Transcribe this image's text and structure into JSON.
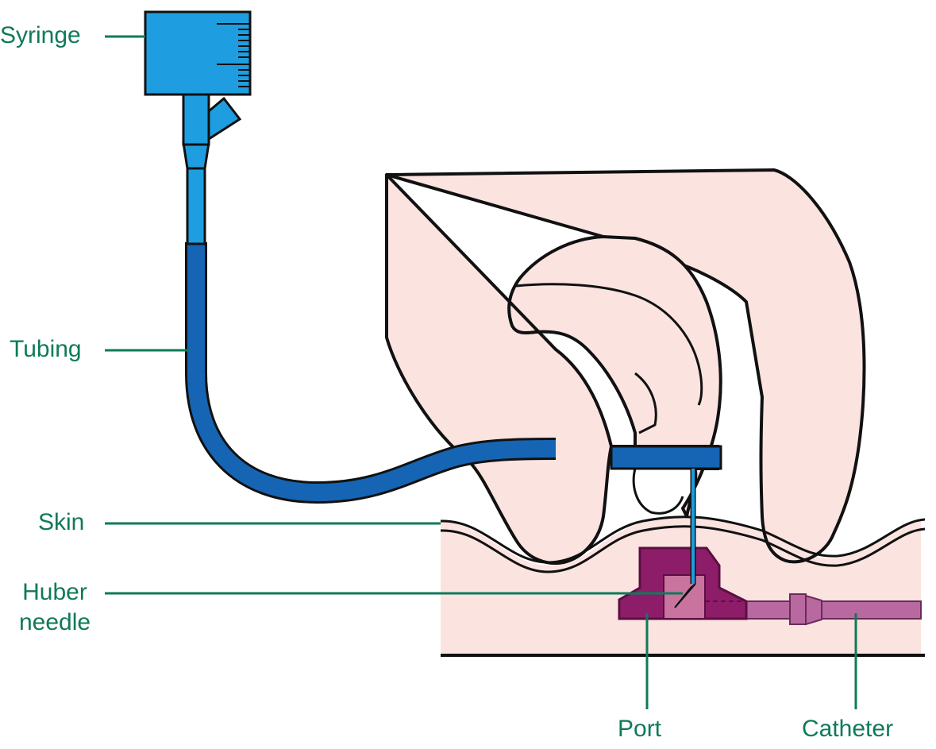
{
  "labels": {
    "syringe": "Syringe",
    "tubing": "Tubing",
    "skin": "Skin",
    "huber_line1": "Huber",
    "huber_line2": "needle",
    "port": "Port",
    "catheter": "Catheter"
  },
  "colors": {
    "label_text": "#0f7a5a",
    "leader_line": "#0f7a5a",
    "syringe_light_blue": "#1e9ee0",
    "tubing_dark_blue": "#1565b4",
    "skin_pink": "#fbe3e0",
    "port_magenta": "#8e1d69",
    "catheter_mauve": "#b86aa0",
    "outline": "#111111"
  }
}
